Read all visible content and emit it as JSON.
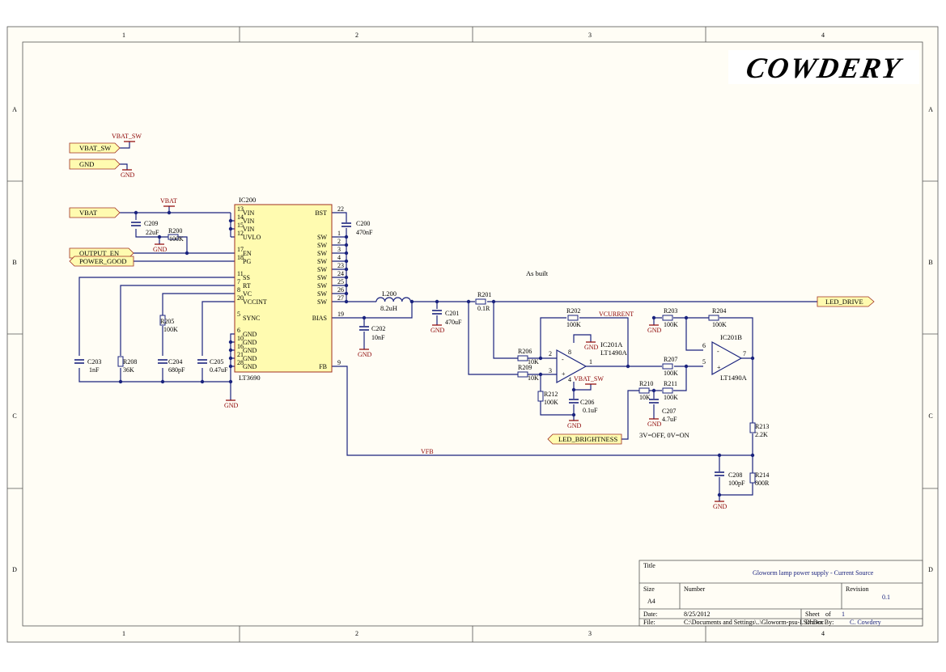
{
  "frame": {
    "columns": [
      "1",
      "2",
      "3",
      "4"
    ],
    "rows": [
      "A",
      "B",
      "C",
      "D"
    ]
  },
  "logo": {
    "text": "COWDERY"
  },
  "title_block": {
    "title_label": "Title",
    "title_value": "Gloworm lamp power supply - Current Source",
    "size_label": "Size",
    "size_value": "A4",
    "number_label": "Number",
    "revision_label": "Revision",
    "revision_value": "0.1",
    "date_label": "Date:",
    "date_value": "8/25/2012",
    "file_label": "File:",
    "file_value": "C:\\Documents and Settings\\..\\Gloworm-psu-I.SchDoc",
    "sheet_label": "Sheet",
    "sheet_of": "of",
    "sheet_total": "1",
    "drawn_by_label": "Drawn By:",
    "drawn_by_value": "C. Cowdery"
  },
  "ports": {
    "vbat_sw": "VBAT_SW",
    "gnd": "GND",
    "vbat": "VBAT",
    "output_en": "OUTPUT_EN",
    "power_good": "POWER_GOOD",
    "led_drive": "LED_DRIVE",
    "led_brightness": "LED_BRIGHTNESS"
  },
  "power": {
    "vbat_sw": "VBAT_SW",
    "vbat": "VBAT",
    "gnd": "GND"
  },
  "nets": {
    "vcurrent": "VCURRENT",
    "vfb": "VFB"
  },
  "notes": {
    "as_built": "As built",
    "brightness": "3V=OFF, 0V=ON"
  },
  "ic200": {
    "ref": "IC200",
    "part": "LT3690",
    "left_pins": [
      {
        "num": "13",
        "name": "VIN"
      },
      {
        "num": "14",
        "name": "VIN"
      },
      {
        "num": "15",
        "name": "VIN"
      },
      {
        "num": "12",
        "name": "UVLO"
      },
      {
        "num": "17",
        "name": "EN"
      },
      {
        "num": "18",
        "name": "PG"
      },
      {
        "num": "11",
        "name": "SS"
      },
      {
        "num": "7",
        "name": "RT"
      },
      {
        "num": "8",
        "name": "VC"
      },
      {
        "num": "20",
        "name": "VCCINT"
      },
      {
        "num": "5",
        "name": "SYNC"
      },
      {
        "num": "6",
        "name": "GND"
      },
      {
        "num": "10",
        "name": "GND"
      },
      {
        "num": "16",
        "name": "GND"
      },
      {
        "num": "21",
        "name": "GND"
      },
      {
        "num": "28",
        "name": "GND"
      }
    ],
    "right_pins": [
      {
        "num": "22",
        "name": "BST"
      },
      {
        "num": "1",
        "name": "SW"
      },
      {
        "num": "2",
        "name": "SW"
      },
      {
        "num": "3",
        "name": "SW"
      },
      {
        "num": "4",
        "name": "SW"
      },
      {
        "num": "23",
        "name": "SW"
      },
      {
        "num": "24",
        "name": "SW"
      },
      {
        "num": "25",
        "name": "SW"
      },
      {
        "num": "26",
        "name": "SW"
      },
      {
        "num": "27",
        "name": "SW"
      },
      {
        "num": "19",
        "name": "BIAS"
      },
      {
        "num": "9",
        "name": "FB"
      }
    ]
  },
  "ic201a": {
    "ref": "IC201A",
    "part": "LT1490A",
    "pins": [
      "2",
      "3",
      "1",
      "8",
      "4"
    ]
  },
  "ic201b": {
    "ref": "IC201B",
    "part": "LT1490A",
    "pins": [
      "6",
      "5",
      "7"
    ]
  },
  "components": {
    "c209": {
      "ref": "C209",
      "value": "22uF"
    },
    "r200": {
      "ref": "R200",
      "value": "100K"
    },
    "c200": {
      "ref": "C200",
      "value": "470nF"
    },
    "c203": {
      "ref": "C203",
      "value": "1nF"
    },
    "r208": {
      "ref": "R208",
      "value": "36K"
    },
    "r205": {
      "ref": "R205",
      "value": "100K"
    },
    "c204": {
      "ref": "C204",
      "value": "680pF"
    },
    "c205": {
      "ref": "C205",
      "value": "0.47uF"
    },
    "c202": {
      "ref": "C202",
      "value": "10nF"
    },
    "l200": {
      "ref": "L200",
      "value": "8.2uH"
    },
    "c201": {
      "ref": "C201",
      "value": "470uF"
    },
    "r201": {
      "ref": "R201",
      "value": "0.1R"
    },
    "r202": {
      "ref": "R202",
      "value": "100K"
    },
    "r206": {
      "ref": "R206",
      "value": "10K"
    },
    "r209": {
      "ref": "R209",
      "value": "10K"
    },
    "r212": {
      "ref": "R212",
      "value": "100K"
    },
    "c206": {
      "ref": "C206",
      "value": "0.1uF"
    },
    "r203": {
      "ref": "R203",
      "value": "100K"
    },
    "r204": {
      "ref": "R204",
      "value": "100K"
    },
    "r207": {
      "ref": "R207",
      "value": "100K"
    },
    "r210": {
      "ref": "R210",
      "value": "10K"
    },
    "r211": {
      "ref": "R211",
      "value": "100K"
    },
    "c207": {
      "ref": "C207",
      "value": "4.7uF"
    },
    "r213": {
      "ref": "R213",
      "value": "2.2K"
    },
    "c208": {
      "ref": "C208",
      "value": "100pF"
    },
    "r214": {
      "ref": "R214",
      "value": "800R"
    }
  },
  "colors": {
    "wire": "#1a237e",
    "ic_fill": "#fffbb0",
    "ic_border": "#a03020",
    "net_label": "#8b0000",
    "port_fill": "#fffbb0",
    "sheet_bg": "#fffdf5"
  }
}
